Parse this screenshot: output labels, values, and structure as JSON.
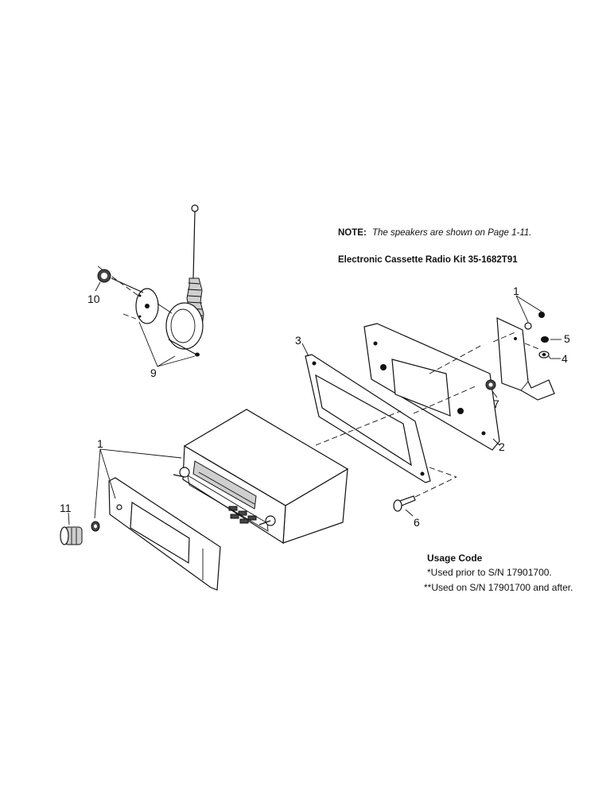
{
  "note": {
    "label": "NOTE:",
    "text": "The speakers are shown on Page 1-11."
  },
  "kit_title": "Electronic Cassette Radio Kit 35-1682T91",
  "usage": {
    "title": "Usage Code",
    "line1": "*Used prior to S/N 17901700.",
    "line2": "**Used on S/N 17901700 and after."
  },
  "callouts": {
    "c1_top": "1",
    "c1_left": "1",
    "c2": "2",
    "c3": "3",
    "c4": "4",
    "c5": "5",
    "c6": "6",
    "c7": "7",
    "c9": "9",
    "c10": "10",
    "c11": "11"
  },
  "parts": [
    "antenna-mast",
    "antenna-base",
    "antenna-nut",
    "radio-unit",
    "radio-faceplate",
    "knob",
    "trim-bezel",
    "gasket",
    "mounting-bracket",
    "screw",
    "nut",
    "washer"
  ]
}
